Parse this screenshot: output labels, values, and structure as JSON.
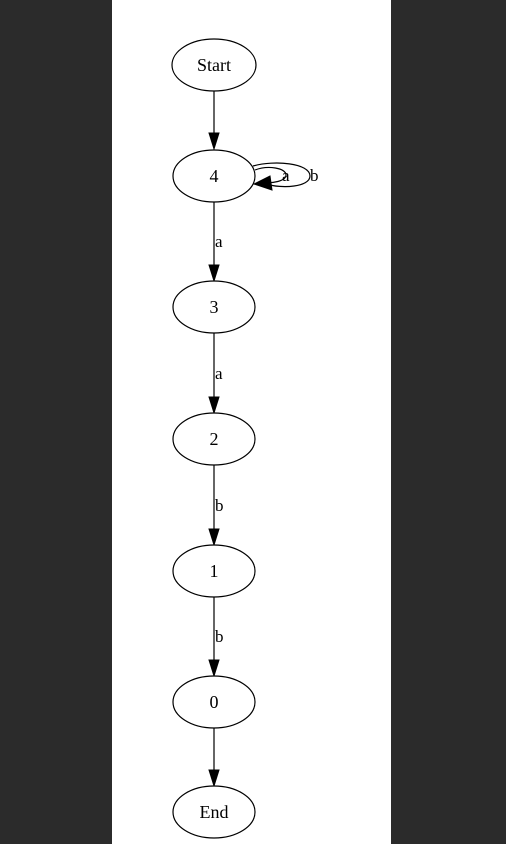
{
  "diagram": {
    "nodes": [
      {
        "id": "start",
        "label": "Start"
      },
      {
        "id": "n4",
        "label": "4"
      },
      {
        "id": "n3",
        "label": "3"
      },
      {
        "id": "n2",
        "label": "2"
      },
      {
        "id": "n1",
        "label": "1"
      },
      {
        "id": "n0",
        "label": "0"
      },
      {
        "id": "end",
        "label": "End"
      }
    ],
    "edges": [
      {
        "from": "start",
        "to": "n4",
        "label": ""
      },
      {
        "from": "n4",
        "to": "n4",
        "label": "a"
      },
      {
        "from": "n4",
        "to": "n4",
        "label": "b"
      },
      {
        "from": "n4",
        "to": "n3",
        "label": "a"
      },
      {
        "from": "n3",
        "to": "n2",
        "label": "a"
      },
      {
        "from": "n2",
        "to": "n1",
        "label": "b"
      },
      {
        "from": "n1",
        "to": "n0",
        "label": "b"
      },
      {
        "from": "n0",
        "to": "end",
        "label": ""
      }
    ]
  }
}
